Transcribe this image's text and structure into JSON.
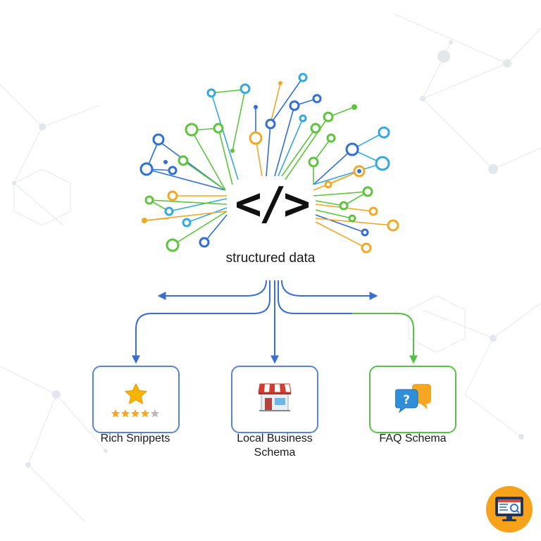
{
  "center": {
    "code_icon": "code-brackets-icon",
    "title": "structured data"
  },
  "cards": [
    {
      "label": "Rich Snippets",
      "icon": "star-icon",
      "rating_icon": "five-star-rating-icon"
    },
    {
      "label": "Local Business\nSchema",
      "icon": "storefront-icon"
    },
    {
      "label": "FAQ Schema",
      "icon": "question-chat-bubbles-icon"
    }
  ],
  "badge": {
    "icon": "monitor-analytics-icon"
  },
  "colors": {
    "blue": "#2f6fd6",
    "light_blue": "#34a8e0",
    "green": "#5cc43d",
    "orange": "#f0a826",
    "arrow_blue": "#3a6fd0",
    "arrow_green": "#56bf45",
    "badge": "#f7a21b"
  }
}
